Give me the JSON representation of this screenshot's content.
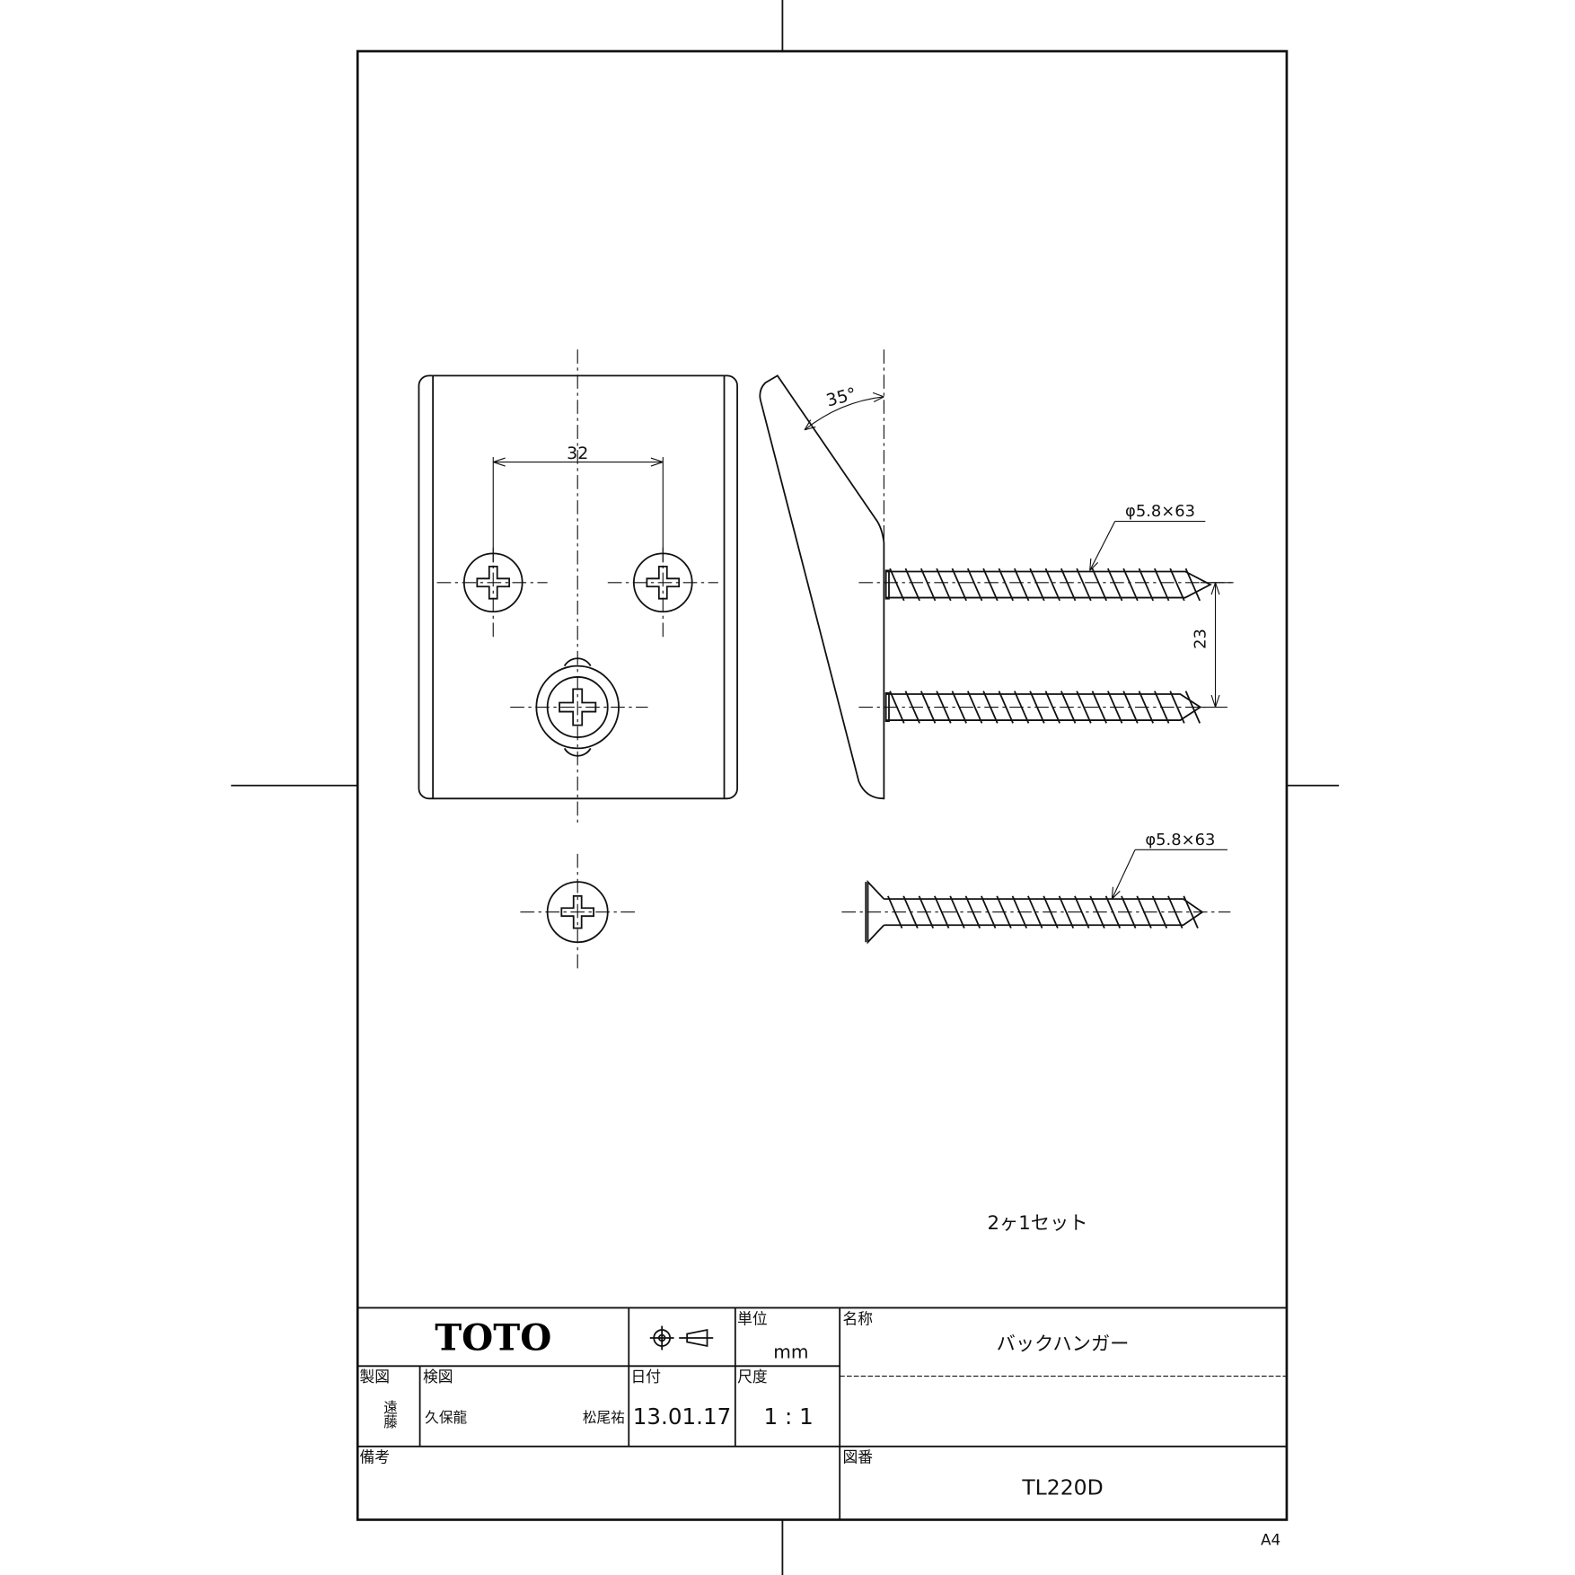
{
  "drawing": {
    "angle_label": "35°",
    "dim_hole_spacing": "32",
    "dim_screw_spacing": "23",
    "screw_spec_1": "φ5.8×63",
    "screw_spec_2": "φ5.8×63",
    "set_note": "2ヶ1セット",
    "paper_size": "A4"
  },
  "title_block": {
    "logo": "TOTO",
    "unit_label": "単位",
    "unit_value": "mm",
    "name_label": "名称",
    "name_value": "バックハンガー",
    "drafter_label": "製図",
    "drafter_value": "遠藤",
    "checker_label": "検図",
    "checker_1": "久保龍",
    "checker_2": "松尾祐",
    "date_label": "日付",
    "date_value": "13.01.17",
    "scale_label": "尺度",
    "scale_value": "1 : 1",
    "remarks_label": "備考",
    "drawing_no_label": "図番",
    "drawing_no_value": "TL220D"
  }
}
